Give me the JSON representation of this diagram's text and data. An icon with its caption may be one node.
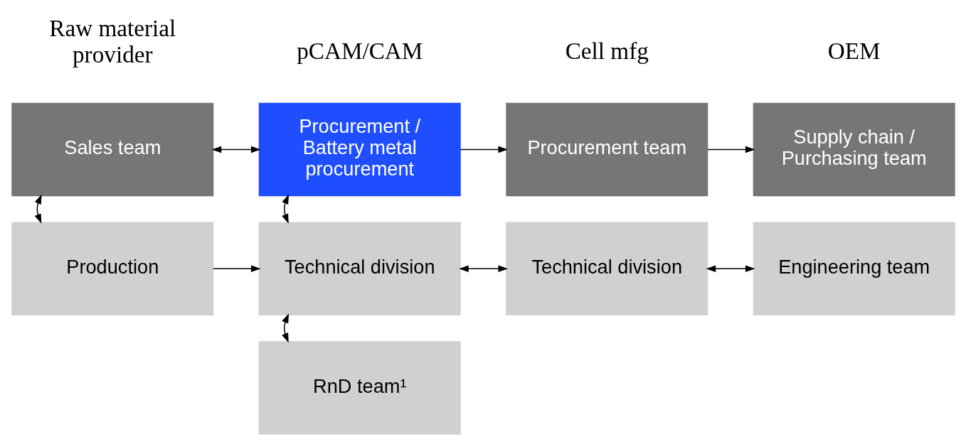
{
  "diagram": {
    "nodes": [
      {
        "text": [
          "Sales team"
        ]
      },
      {
        "text": [
          "Procurement / Battery metal procurement"
        ]
      },
      {
        "text": [
          "Procurement team"
        ]
      },
      {
        "text": [
          "Supply chain / Purchasing team"
        ]
      },
      {
        "text": [
          "Production"
        ]
      },
      {
        "text": [
          "Technical division"
        ]
      },
      {
        "text": [
          "Technical division"
        ]
      },
      {
        "text": [
          "Engineering team"
        ]
      },
      {
        "text": [
          "RnD team¹"
        ]
      }
    ],
    "edges": [
      {
        "from": 0,
        "to": 1,
        "arrow": "both"
      },
      {
        "from": 1,
        "to": 2,
        "arrow": "to"
      },
      {
        "from": 2,
        "to": 3,
        "arrow": "to"
      },
      {
        "from": 0,
        "to": 4,
        "arrow": "both"
      },
      {
        "from": 1,
        "to": 5,
        "arrow": "both"
      },
      {
        "from": 4,
        "to": 5,
        "arrow": "to"
      },
      {
        "from": 5,
        "to": 6,
        "arrow": "both"
      },
      {
        "from": 6,
        "to": 7,
        "arrow": "both"
      },
      {
        "from": 5,
        "to": 8,
        "arrow": "both"
      }
    ],
    "labels": [
      "Raw material provider",
      "pCAM/CAM",
      "Cell mfg",
      "OEM"
    ]
  }
}
